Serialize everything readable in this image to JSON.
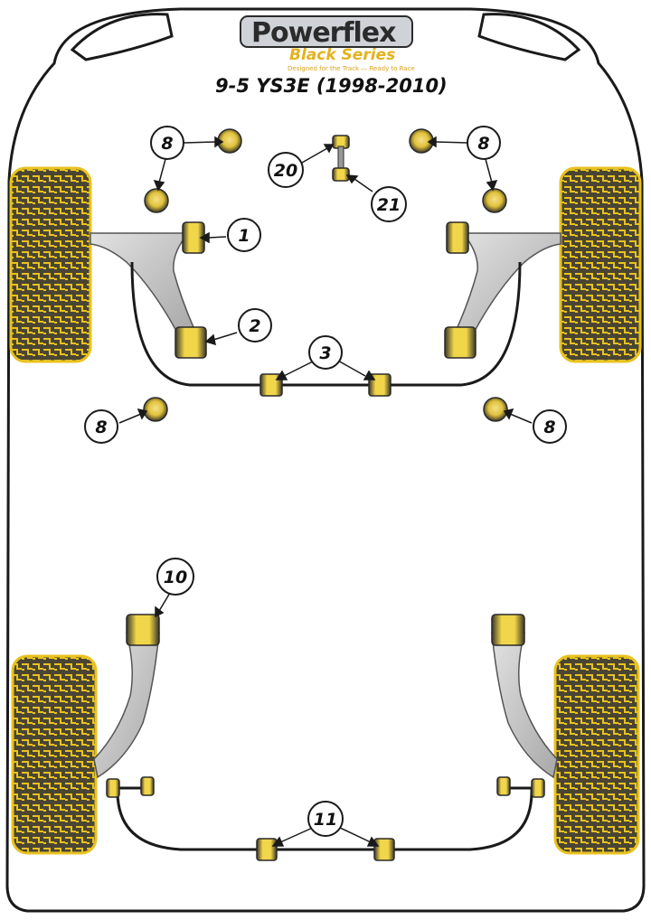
{
  "logo": {
    "brand": "Powerflex",
    "series": "Black Series",
    "tagline": "Designed for the Track — Ready to Race"
  },
  "model_title": "9-5 YS3E (1998-2010)",
  "callouts": {
    "front_rear_mount_left": "8",
    "front_rear_mount_right": "8",
    "front_lower_mount_left": "8",
    "front_lower_mount_right": "8",
    "front_arm_front_bush": "1",
    "front_arm_rear_bush": "2",
    "front_antiroll_bar_bush": "3",
    "steering_link_upper": "20",
    "steering_link_lower": "21",
    "rear_upper_arm_bush": "10",
    "rear_antiroll_bar_bush": "11"
  },
  "colors": {
    "tyre_fill": "#4a4533",
    "tyre_tread": "#e8c21f",
    "bush_yellow": "#f2d64a",
    "bush_dark": "#3a3626",
    "arm_grey": "#c8c8c8",
    "outline": "#1a1a1a"
  }
}
